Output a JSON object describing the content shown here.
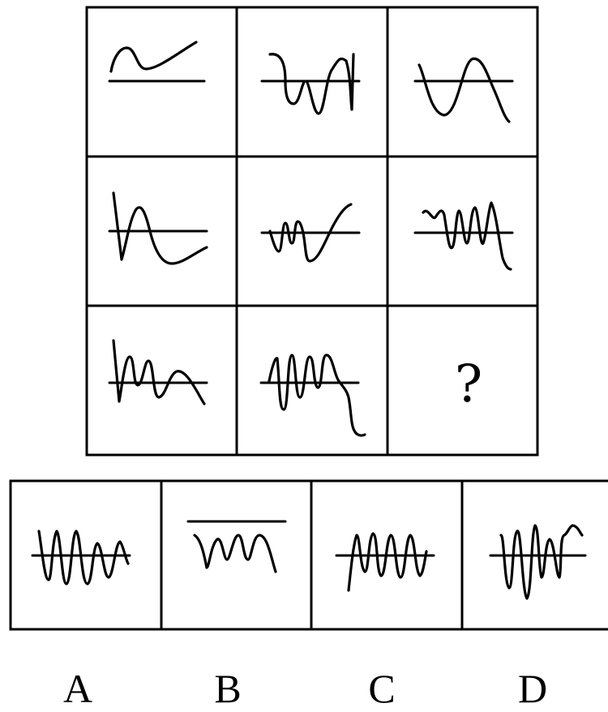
{
  "puzzle": {
    "missing_mark": "?",
    "option_labels": [
      "A",
      "B",
      "C",
      "D"
    ]
  }
}
